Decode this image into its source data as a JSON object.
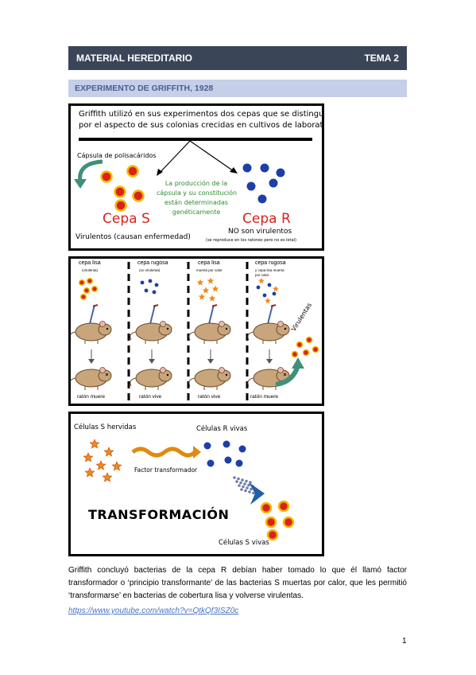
{
  "header": {
    "title": "MATERIAL HEREDITARIO",
    "topic": "TEMA 2"
  },
  "section": {
    "title": "EXPERIMENTO DE GRIFFITH, 1928"
  },
  "panel1": {
    "intro_line1": "Griffith utilizó en sus experimentos dos cepas que se distinguían",
    "intro_line2": "por el aspecto de sus colonias crecidas en cultivos de laboratorio",
    "capsule_label": "Cápsula de polisacáridos",
    "center_note": [
      "La producción de la",
      "cápsula y su constitución",
      "están determinadas",
      "genéticamente"
    ],
    "strain_s": "Cepa S",
    "strain_r": "Cepa R",
    "virulent": "Virulentos (causan enfermedad)",
    "not_virulent": "NO son virulentos",
    "not_virulent_note": "(se reproduce en los ratones pero no es letal)"
  },
  "panel2": {
    "columns": [
      {
        "title": "cepa lisa",
        "subtitle": "(virulenta)",
        "result": "ratón muere"
      },
      {
        "title": "cepa rugosa",
        "subtitle": "(no virulenta)",
        "result": "ratón vive"
      },
      {
        "title": "cepa  lisa",
        "subtitle": "muerta por calor",
        "result": "ratón vive"
      },
      {
        "title": "cepa rugosa",
        "subtitle": "y cepa lisa muerta por calor",
        "result": "ratón muere"
      }
    ],
    "virulent_label": "Virulentas"
  },
  "panel3": {
    "s_killed": "Células S hervidas",
    "r_alive": "Células R vivas",
    "factor": "Factor transformador",
    "transformation": "TRANSFORMACIÓN",
    "s_alive": "Células S vivas"
  },
  "conclusion": "Griffith concluyó bacterias de la cepa R debían haber tomado lo que él llamó factor transformador o ‘principio transformante’ de las bacterias S muertas por calor, que les permitió ‘transformarse’ en bacterias de cobertura lisa y volverse virulentas.",
  "link": "https://www.youtube.com/watch?v=QtkQf3ISZ0c",
  "page_number": "1",
  "colors": {
    "header_bg": "#3a4658",
    "section_bg": "#c5cfe8",
    "s_red": "#d8231c",
    "s_ring": "#f5b800",
    "r_blue": "#1e3fa8",
    "star": "#f08a1c",
    "note_green": "#2e8b2e"
  }
}
